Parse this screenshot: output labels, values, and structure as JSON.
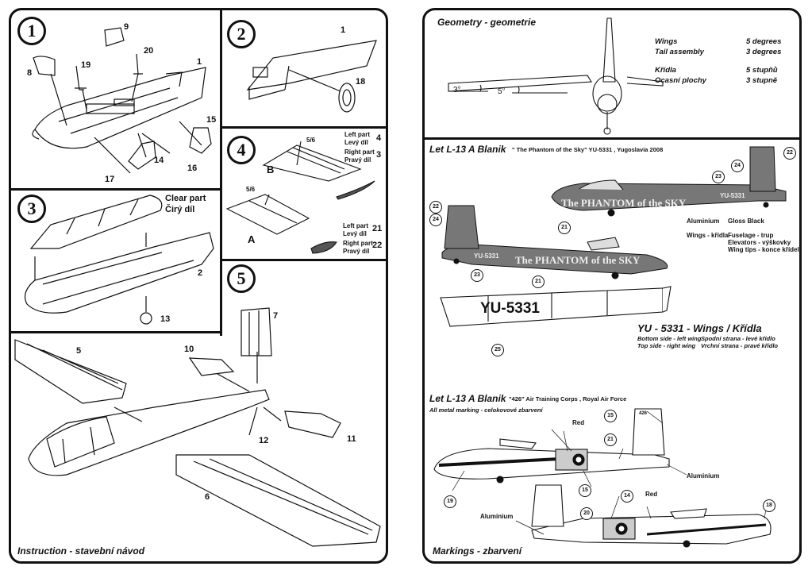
{
  "left": {
    "steps": [
      "1",
      "2",
      "3",
      "4",
      "5"
    ],
    "footer": "Instruction - stavební návod",
    "step1_parts": [
      "9",
      "20",
      "8",
      "19",
      "1",
      "15",
      "14",
      "16",
      "17"
    ],
    "step2_parts": [
      "1",
      "18"
    ],
    "step3": {
      "clear_en": "Clear part",
      "clear_cz": "Čirý díl",
      "parts": [
        "2",
        "13"
      ]
    },
    "step4": {
      "labelB": "B",
      "labelA": "A",
      "part56a": "5/6",
      "part56b": "5/6",
      "left_part_en": "Left part",
      "left_part_cz": "Levý díl",
      "right_part_en": "Right part",
      "right_part_cz": "Pravý díl",
      "num4": "4",
      "num3": "3",
      "num21": "21",
      "num22": "22"
    },
    "step5_parts": [
      "5",
      "10",
      "7",
      "12",
      "11",
      "6"
    ]
  },
  "right": {
    "geometry": {
      "title": "Geometry - geometrie",
      "angle1": "3°",
      "angle2": "5°",
      "wings_en": "Wings",
      "wings_val": "5  degrees",
      "tail_en": "Tail assembly",
      "tail_val": "3 degrees",
      "wings_cz": "Křídla",
      "wings_cz_val": "5 stupňů",
      "tail_cz": "Ocasní plochy",
      "tail_cz_val": "3 stupně"
    },
    "yu": {
      "title": "Let L-13 A Blanik",
      "subtitle": "\" The Phantom of the Sky\"  YU-5331 , Yugoslavia  2008",
      "fuselage_text": "The PHANTOM of the SKY",
      "reg": "YU-5331",
      "aluminium": "Aluminium",
      "gloss_black": "Gloss Black",
      "wings_kridla": "Wings - křídla",
      "fuselage_trup": "Fuselage - trup",
      "elevators": "Elevators - výškovky",
      "wingtips": "Wing tips - konce křídel",
      "wing_reg": "YU-5331",
      "wings_title": "YU - 5331  - Wings / Křídla",
      "bottom_en": "Bottom side  -  left wing",
      "top_en": "Top side  -  right wing",
      "bottom_cz": "Spodní strana - levé křídlo",
      "top_cz": "Vrchní strana - pravé křídlo",
      "callouts": [
        "22",
        "24",
        "23",
        "21",
        "22",
        "24",
        "23",
        "21",
        "25"
      ]
    },
    "raf": {
      "title": "Let L-13 A Blanik",
      "subtitle": "\"426\"  Air Training Corps , Royal Air Force",
      "all_metal": "All metal marking - celokovové zbarvení",
      "red1": "Red",
      "red2": "Red",
      "aluminium1": "Aluminium",
      "aluminium2": "Aluminium",
      "callouts": [
        "15",
        "21",
        "19",
        "14",
        "15",
        "20",
        "18"
      ],
      "fin_num": "426"
    },
    "footer": "Markings - zbarvení"
  }
}
